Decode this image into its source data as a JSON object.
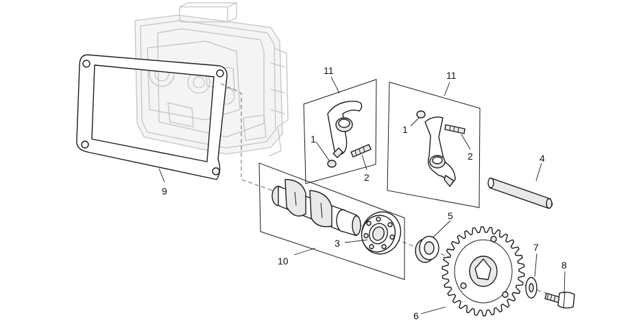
{
  "callouts": {
    "c1a": "1",
    "c1b": "1",
    "c2a": "2",
    "c2b": "2",
    "c3": "3",
    "c4": "4",
    "c5": "5",
    "c6": "6",
    "c7": "7",
    "c8": "8",
    "c9": "9",
    "c10": "10",
    "c11a": "11",
    "c11b": "11"
  },
  "colors": {
    "line": "#1a1a1a",
    "ghost": "#c4c4c4",
    "background": "#ffffff"
  }
}
